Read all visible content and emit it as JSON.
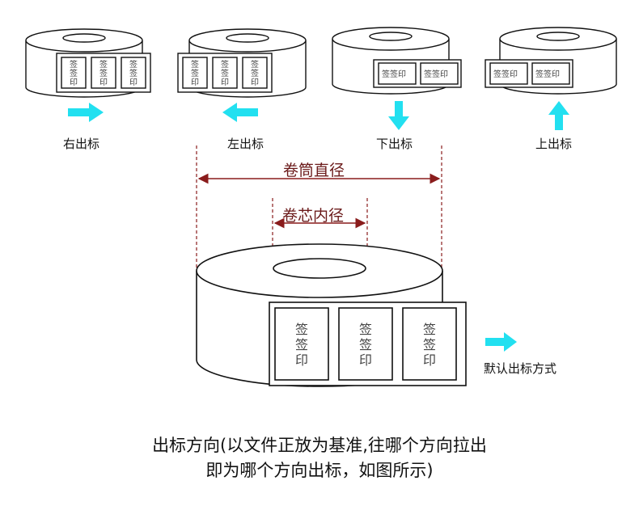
{
  "colors": {
    "arrow": "#22e0f0",
    "dimension": "#8a1c1c",
    "outline": "#111111"
  },
  "variants": [
    {
      "label": "右出标",
      "direction": "right"
    },
    {
      "label": "左出标",
      "direction": "left"
    },
    {
      "label": "下出标",
      "direction": "down"
    },
    {
      "label": "上出标",
      "direction": "up"
    }
  ],
  "label_text": "签签印",
  "dimension": {
    "outer": "卷筒直径",
    "inner": "卷芯内径"
  },
  "default_label": "默认出标方式",
  "caption": {
    "line1": "出标方向(以文件正放为基准,往哪个方向拉出",
    "line2": "即为哪个方向出标，如图所示)"
  }
}
